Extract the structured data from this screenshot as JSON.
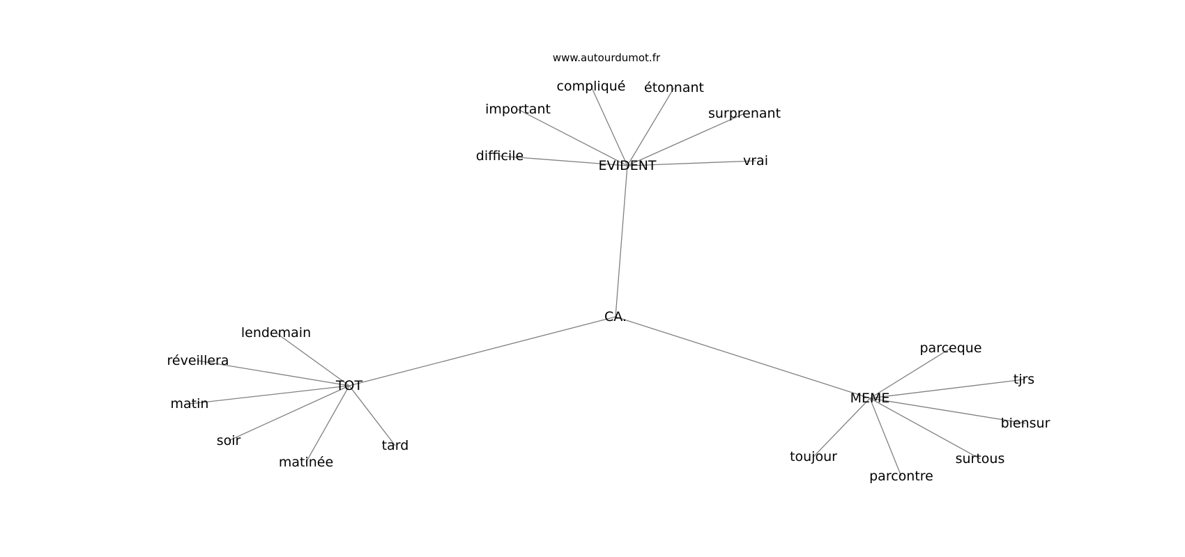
{
  "watermark": "www.autourdumot.fr",
  "colors": {
    "edge": "#808080",
    "text": "#000000",
    "background": "#ffffff"
  },
  "graph": {
    "root": "CA.",
    "hubs": [
      {
        "id": "evident",
        "label": "EVIDENT",
        "leaves": [
          "compliqué",
          "étonnant",
          "important",
          "surprenant",
          "difficile",
          "vrai"
        ]
      },
      {
        "id": "tot",
        "label": "TOT",
        "leaves": [
          "lendemain",
          "réveillera",
          "matin",
          "soir",
          "matinée",
          "tard"
        ]
      },
      {
        "id": "meme",
        "label": "MEME",
        "leaves": [
          "parceque",
          "tjrs",
          "biensur",
          "surtous",
          "parcontre",
          "toujour"
        ]
      }
    ]
  }
}
